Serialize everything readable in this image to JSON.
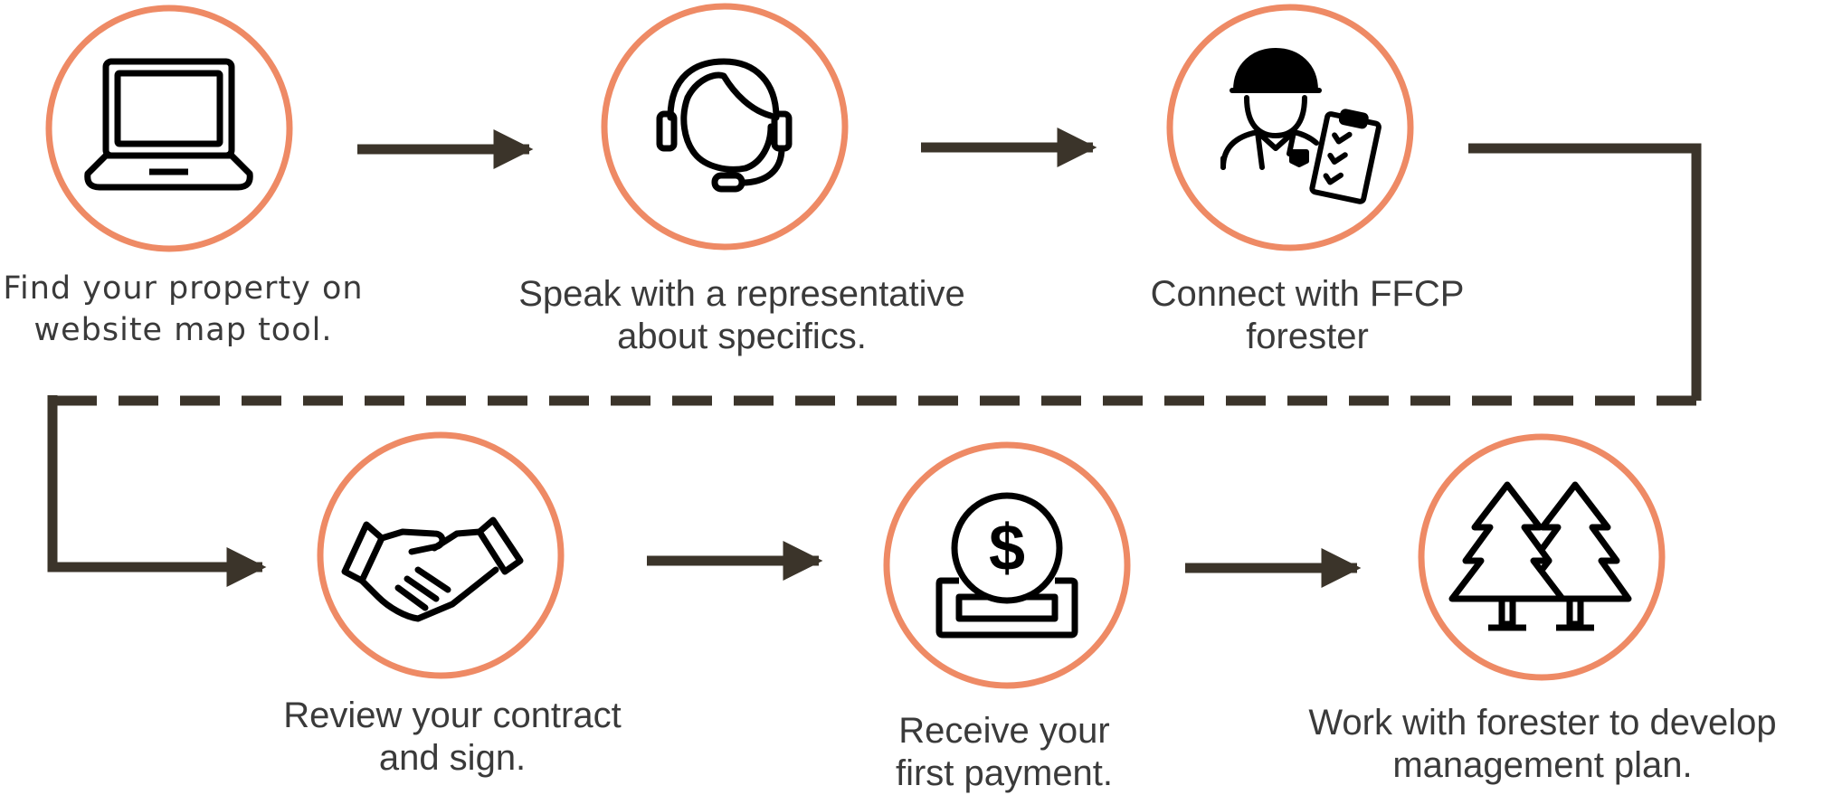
{
  "steps": [
    {
      "id": 1,
      "icon": "laptop-icon",
      "lines": [
        "Find your property on",
        "website map tool."
      ]
    },
    {
      "id": 2,
      "icon": "headset-representative-icon",
      "lines": [
        "Speak with a representative",
        "about specifics."
      ]
    },
    {
      "id": 3,
      "icon": "forester-clipboard-icon",
      "lines": [
        "Connect with FFCP",
        "forester"
      ]
    },
    {
      "id": 4,
      "icon": "handshake-icon",
      "lines": [
        "Review your contract",
        "and sign."
      ]
    },
    {
      "id": 5,
      "icon": "dollar-coin-payment-icon",
      "lines": [
        "Receive your",
        "first payment."
      ]
    },
    {
      "id": 6,
      "icon": "pine-trees-icon",
      "lines": [
        "Work with forester to develop",
        "management plan."
      ]
    }
  ],
  "colors": {
    "circle_ring": "#EE8A65",
    "connector": "#3b342a",
    "icon_stroke": "#000000",
    "text": "#3a3a3a"
  }
}
